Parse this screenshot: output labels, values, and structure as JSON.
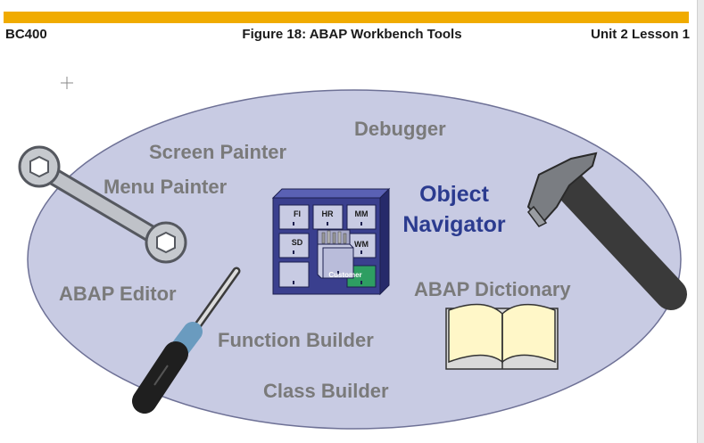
{
  "header": {
    "left": "BC400",
    "center": "Figure 18: ABAP Workbench Tools",
    "right": "Unit 2 Lesson 1"
  },
  "tools": {
    "debugger": "Debugger",
    "screen_painter": "Screen Painter",
    "menu_painter": "Menu Painter",
    "object_navigator_line1": "Object",
    "object_navigator_line2": "Navigator",
    "abap_editor": "ABAP Editor",
    "abap_dictionary": "ABAP Dictionary",
    "function_builder": "Function Builder",
    "class_builder": "Class Builder"
  },
  "cabinet": {
    "drawers": [
      "FI",
      "HR",
      "MM",
      "SD",
      "WM",
      "Customer"
    ]
  },
  "colors": {
    "brand_bar": "#f0ab00",
    "ellipse_fill": "#c8cbe3",
    "label_gray": "#7a7a7a",
    "accent_blue": "#2b3b8f",
    "cabinet_blue": "#3a3f8e",
    "customer_green": "#2e9e62"
  },
  "icons": [
    "wrench-icon",
    "screwdriver-icon",
    "hammer-icon",
    "book-icon",
    "filing-cabinet-icon",
    "cursor-crosshair-icon"
  ]
}
